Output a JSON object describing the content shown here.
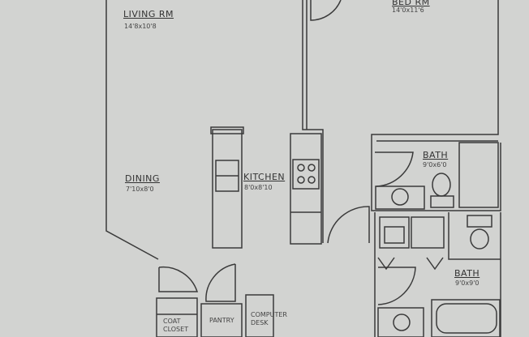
{
  "rooms": {
    "living": {
      "name": "LIVING RM",
      "size": "14'8x10'8"
    },
    "bedroom": {
      "name": "BED RM",
      "size": "14'0x11'6"
    },
    "dining": {
      "name": "DINING",
      "size": "7'10x8'0"
    },
    "kitchen": {
      "name": "KITCHEN",
      "size": "8'0x8'10"
    },
    "bath1": {
      "name": "BATH",
      "size": "9'0x6'0"
    },
    "bath2": {
      "name": "BATH",
      "size": "9'0x9'0"
    },
    "coat_closet": {
      "name": "COAT CLOSET"
    },
    "pantry": {
      "name": "PANTRY"
    },
    "computer_desk": {
      "name": "COMPUTER DESK"
    }
  },
  "colors": {
    "paper": "#d2d3d1",
    "line": "#3a3a3a"
  }
}
